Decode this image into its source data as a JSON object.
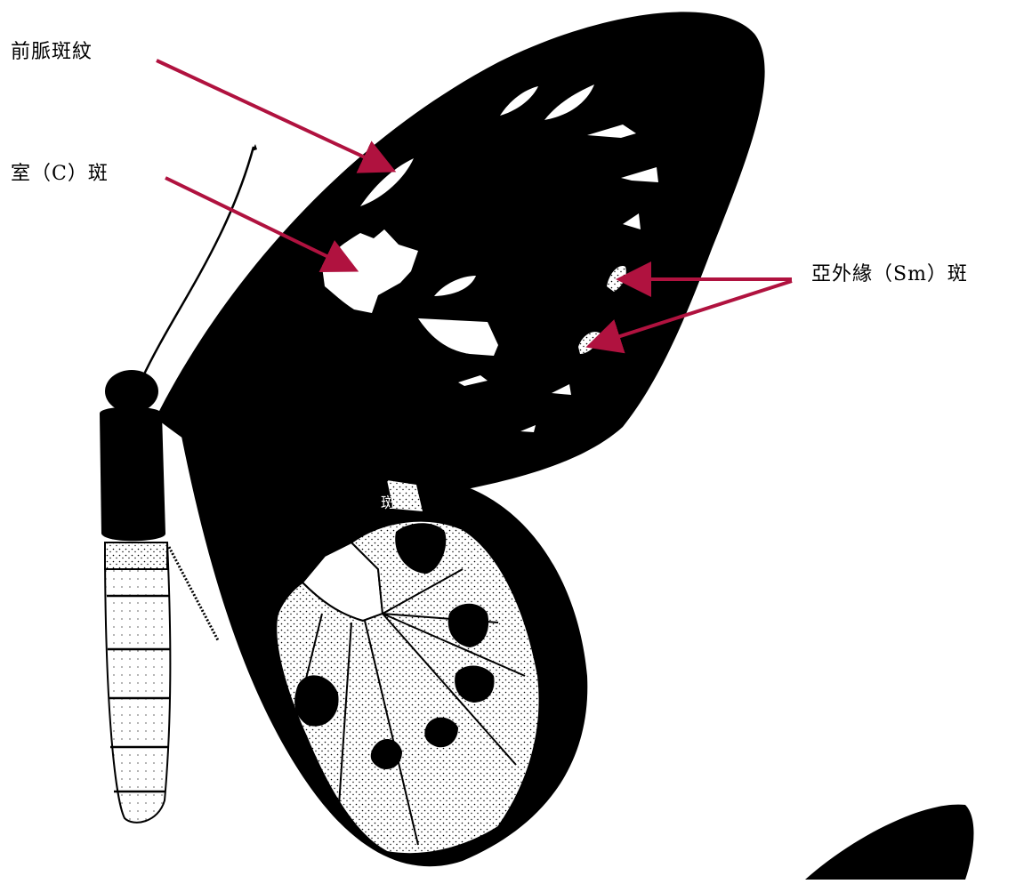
{
  "labels": {
    "costal_streak": "前脈斑紋",
    "cell_spot": "室（C）斑",
    "submarginal_spot": "亞外緣（Sm）斑",
    "partial_hidden": "斑"
  },
  "colors": {
    "arrow": "#b0123f",
    "wing": "#000000",
    "background": "#ffffff"
  }
}
